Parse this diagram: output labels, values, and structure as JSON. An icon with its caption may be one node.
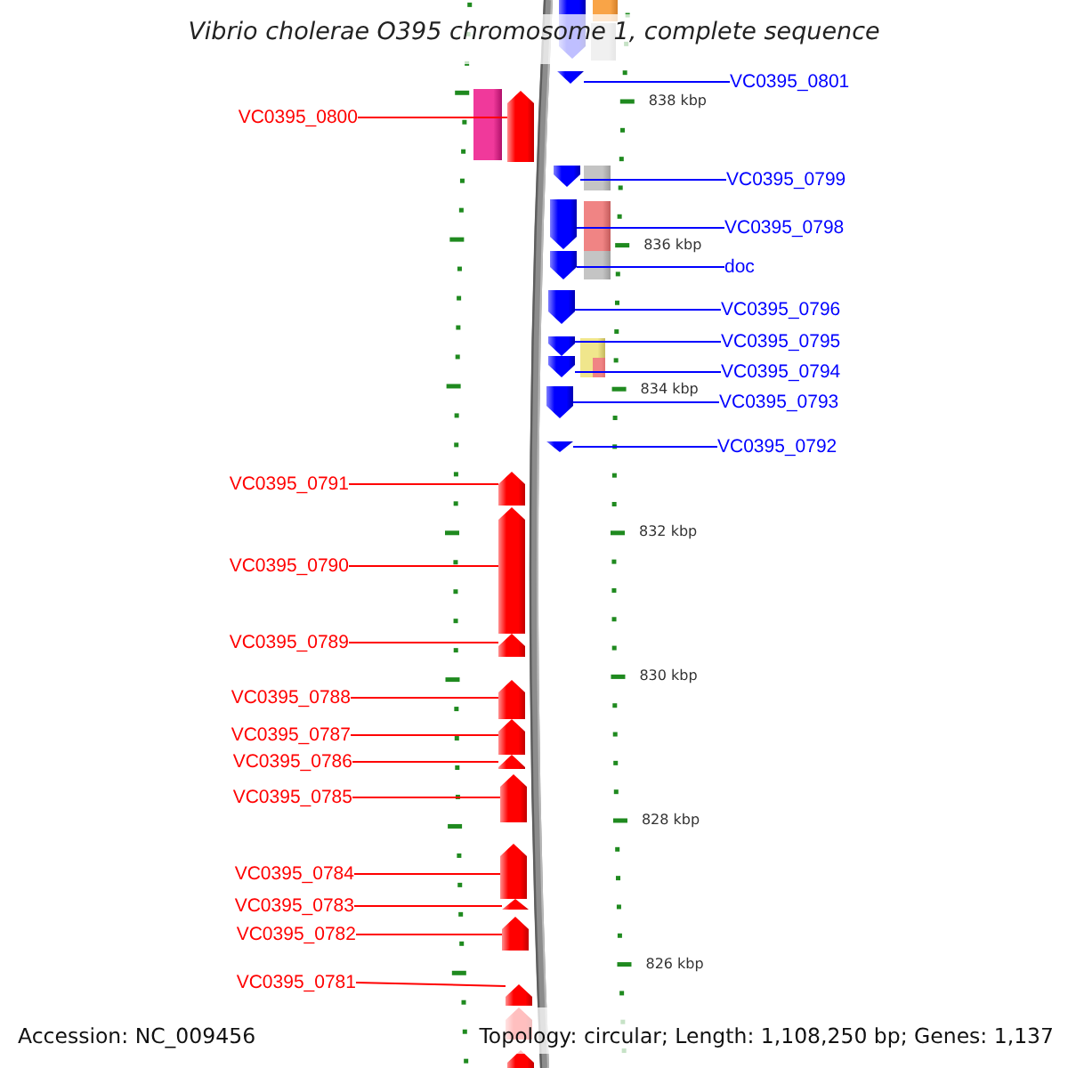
{
  "diagram": {
    "title": "Vibrio cholerae O395 chromosome 1, complete sequence",
    "nodes": [
      {
        "text": [
          "VC0395_0801"
        ]
      },
      {
        "text": [
          "VC0395_0800"
        ]
      },
      {
        "text": [
          "VC0395_0799"
        ]
      },
      {
        "text": [
          "VC0395_0798"
        ]
      },
      {
        "text": [
          "doc"
        ]
      },
      {
        "text": [
          "VC0395_0796"
        ]
      },
      {
        "text": [
          "VC0395_0795"
        ]
      },
      {
        "text": [
          "VC0395_0794"
        ]
      },
      {
        "text": [
          "VC0395_0793"
        ]
      },
      {
        "text": [
          "VC0395_0792"
        ]
      },
      {
        "text": [
          "VC0395_0791"
        ]
      },
      {
        "text": [
          "VC0395_0790"
        ]
      },
      {
        "text": [
          "VC0395_0789"
        ]
      },
      {
        "text": [
          "VC0395_0788"
        ]
      },
      {
        "text": [
          "VC0395_0787"
        ]
      },
      {
        "text": [
          "VC0395_0786"
        ]
      },
      {
        "text": [
          "VC0395_0785"
        ]
      },
      {
        "text": [
          "VC0395_0784"
        ]
      },
      {
        "text": [
          "VC0395_0783"
        ]
      },
      {
        "text": [
          "VC0395_0782"
        ]
      },
      {
        "text": [
          "VC0395_0781"
        ]
      },
      {
        "text": [],
        "shape": "pentagon"
      },
      {
        "text": [],
        "shape": "pentagon"
      },
      {
        "text": [],
        "shape": "pentagon"
      },
      {
        "text": [],
        "shape": "pentagon"
      },
      {
        "text": [],
        "shape": "pentagon"
      },
      {
        "text": [],
        "shape": "pentagon"
      },
      {
        "text": [],
        "shape": "pentagon"
      },
      {
        "text": [],
        "shape": "pentagon"
      },
      {
        "text": [],
        "shape": "pentagon"
      },
      {
        "text": [],
        "shape": "pentagon"
      },
      {
        "text": [],
        "shape": "pentagon"
      },
      {
        "text": [],
        "shape": "pentagon"
      },
      {
        "text": [],
        "shape": "pentagon"
      },
      {
        "text": [],
        "shape": "pentagon"
      },
      {
        "text": [],
        "shape": "pentagon"
      },
      {
        "text": [],
        "shape": "pentagon"
      },
      {
        "text": [],
        "shape": "pentagon"
      },
      {
        "text": [],
        "shape": "pentagon"
      },
      {
        "text": [],
        "shape": "pentagon"
      },
      {
        "text": [],
        "shape": "pentagon"
      },
      {
        "text": [],
        "shape": "pentagon"
      },
      {
        "text": [],
        "shape": "pentagon"
      },
      {
        "text": [],
        "shape": "pentagon"
      },
      {
        "text": [],
        "shape": "pentagon"
      }
    ],
    "edges": [
      {
        "from": 0,
        "to": 22,
        "arrow": "none",
        "color": "#0000ff"
      },
      {
        "from": 1,
        "to": 23,
        "arrow": "none"
      },
      {
        "from": 2,
        "to": 24,
        "arrow": "none",
        "color": "#0000ff"
      },
      {
        "from": 3,
        "to": 25,
        "arrow": "none",
        "color": "#0000ff"
      },
      {
        "from": 4,
        "to": 26,
        "arrow": "none",
        "color": "#0000ff"
      },
      {
        "from": 5,
        "to": 27,
        "arrow": "none",
        "color": "#0000ff"
      },
      {
        "from": 6,
        "to": 28,
        "arrow": "none",
        "color": "#0000ff"
      },
      {
        "from": 7,
        "to": 29,
        "arrow": "none",
        "color": "#0000ff"
      },
      {
        "from": 8,
        "to": 30,
        "arrow": "none",
        "color": "#0000ff"
      },
      {
        "from": 9,
        "to": 31,
        "arrow": "none",
        "color": "#0000ff"
      },
      {
        "from": 10,
        "to": 32,
        "arrow": "none"
      },
      {
        "from": 11,
        "to": 33,
        "arrow": "none"
      },
      {
        "from": 12,
        "to": 34,
        "arrow": "none"
      },
      {
        "from": 13,
        "to": 35,
        "arrow": "none"
      },
      {
        "from": 14,
        "to": 36,
        "arrow": "none"
      },
      {
        "from": 15,
        "to": 37,
        "arrow": "none"
      },
      {
        "from": 16,
        "to": 38,
        "arrow": "none"
      },
      {
        "from": 17,
        "to": 39,
        "arrow": "none"
      },
      {
        "from": 18,
        "to": 40,
        "arrow": "none"
      },
      {
        "from": 19,
        "to": 41,
        "arrow": "none"
      },
      {
        "from": 20,
        "to": 42,
        "arrow": "none"
      }
    ],
    "labels": [
      "838 kbp",
      "836 kbp",
      "834 kbp",
      "832 kbp",
      "830 kbp",
      "828 kbp",
      "826 kbp",
      "Accession: NC_009456",
      "Topology: circular; Length: 1,108,250 bp; Genes: 1,137"
    ]
  }
}
